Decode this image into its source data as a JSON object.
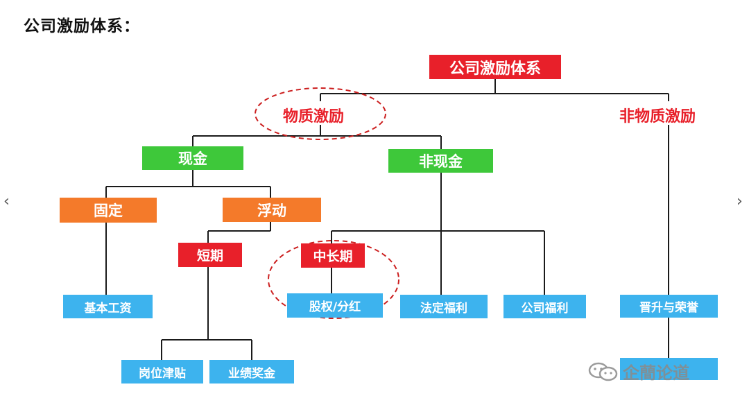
{
  "page": {
    "title": "公司激励体系："
  },
  "diagram": {
    "root": "公司激励体系",
    "material": "物质激励",
    "non_material": "非物质激励",
    "cash": "现金",
    "non_cash": "非现金",
    "fixed": "固定",
    "floating": "浮动",
    "short_term": "短期",
    "mid_long_term": "中长期",
    "base_salary": "基本工资",
    "equity_dividend": "股权/分红",
    "statutory_welfare": "法定福利",
    "company_welfare": "公司福利",
    "promotion_honor": "晋升与荣誉",
    "position_allowance": "岗位津贴",
    "performance_bonus": "业绩奖金"
  },
  "nav": {
    "prev": "‹",
    "next": "›"
  },
  "watermark": {
    "text": "企蕳论道"
  },
  "colors": {
    "red": "#e8202a",
    "green": "#3ec83a",
    "orange": "#f47a2a",
    "blue": "#3db3ee"
  }
}
